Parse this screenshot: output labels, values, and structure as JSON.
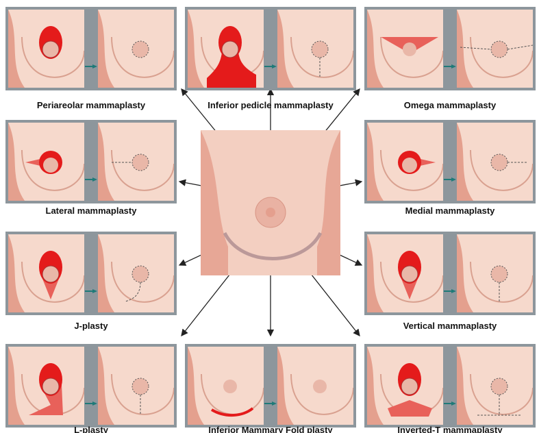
{
  "colors": {
    "frame": "#8d969c",
    "skin": "#f6d9cc",
    "incision": "#e41b1b",
    "arrow": "#1f7a78"
  },
  "panels": [
    {
      "label": "Periareolar mammaplasty",
      "kind": "periareolar"
    },
    {
      "label": "Inferior pedicle mammaplasty",
      "kind": "inferior"
    },
    {
      "label": "Omega mammaplasty",
      "kind": "omega"
    },
    {
      "label": "Lateral mammaplasty",
      "kind": "lateral"
    },
    {
      "label": "Medial mammaplasty",
      "kind": "medial"
    },
    {
      "label": "J-plasty",
      "kind": "j"
    },
    {
      "label": "Vertical mammaplasty",
      "kind": "vertical"
    },
    {
      "label": "L-plasty",
      "kind": "l"
    },
    {
      "label": "Inferior Mammary Fold plasty",
      "kind": "fold"
    },
    {
      "label": "Inverted-T mammaplasty",
      "kind": "invt"
    }
  ]
}
